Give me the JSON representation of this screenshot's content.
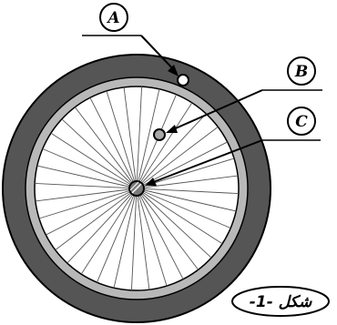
{
  "figure": {
    "caption": "شكل -1-",
    "labels": {
      "a": "A",
      "b": "B",
      "c": "C"
    },
    "spoke_count": 36,
    "colors": {
      "tire": "#555555",
      "rim": "#b8b8b8",
      "hub": "#7a7a7a",
      "point_b": "#a8a8a8",
      "point_a": "#ffffff",
      "stroke": "#000000"
    }
  }
}
